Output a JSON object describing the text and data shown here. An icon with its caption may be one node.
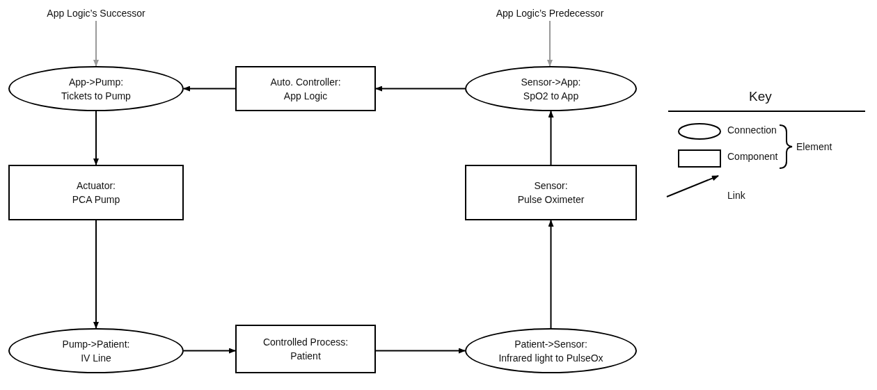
{
  "diagram": {
    "nodes": [
      {
        "text": [
          "App Logic’s Successor"
        ]
      },
      {
        "text": [
          "App->Pump:",
          "Tickets to Pump"
        ]
      },
      {
        "text": [
          "Auto. Controller:",
          "App Logic"
        ]
      },
      {
        "text": [
          "App Logic’s Predecessor"
        ]
      },
      {
        "text": [
          "Sensor->App:",
          "SpO2 to App"
        ]
      },
      {
        "text": [
          "Actuator:",
          "PCA Pump"
        ]
      },
      {
        "text": [
          "Sensor:",
          "Pulse Oximeter"
        ]
      },
      {
        "text": [
          "Pump->Patient:",
          "IV Line"
        ]
      },
      {
        "text": [
          "Controlled Process:",
          "Patient"
        ]
      },
      {
        "text": [
          "Patient->Sensor:",
          "Infrared light to PulseOx"
        ]
      }
    ],
    "edges": [
      {
        "from": 0,
        "to": 1,
        "arrow": "to",
        "color": "#999999"
      },
      {
        "from": 3,
        "to": 4,
        "arrow": "to",
        "color": "#999999"
      },
      {
        "from": 2,
        "to": 1,
        "arrow": "to"
      },
      {
        "from": 4,
        "to": 2,
        "arrow": "to"
      },
      {
        "from": 1,
        "to": 5,
        "arrow": "to"
      },
      {
        "from": 5,
        "to": 7,
        "arrow": "to"
      },
      {
        "from": 7,
        "to": 8,
        "arrow": "to"
      },
      {
        "from": 8,
        "to": 9,
        "arrow": "to"
      },
      {
        "from": 9,
        "to": 6,
        "arrow": "to"
      },
      {
        "from": 6,
        "to": 4,
        "arrow": "to"
      }
    ],
    "labels": [
      "Key",
      "Element"
    ],
    "legend": [
      {
        "text": "Connection"
      },
      {
        "text": "Component"
      },
      {
        "text": "Link"
      }
    ]
  }
}
